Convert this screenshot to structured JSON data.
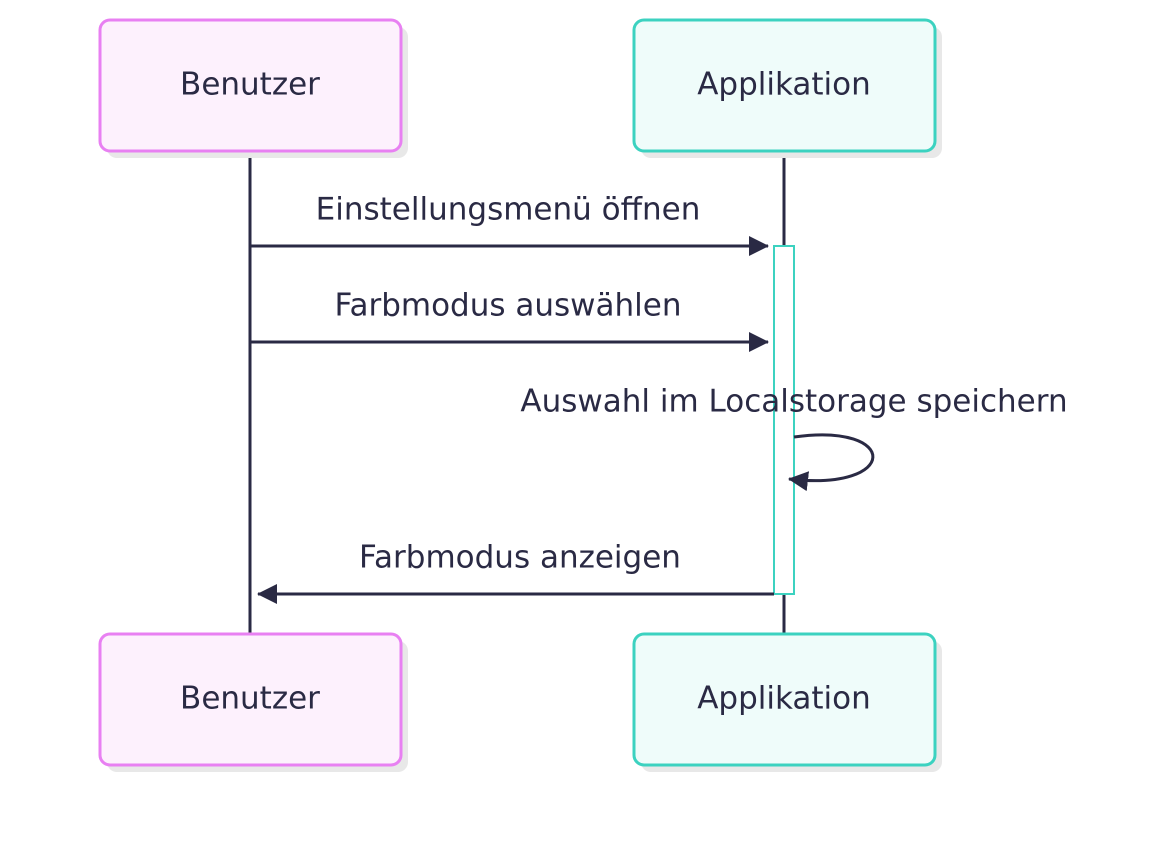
{
  "diagram": {
    "type": "sequence",
    "colors": {
      "user_border": "#e880f2",
      "user_fill": "#fdf1fd",
      "app_border": "#3cd2c0",
      "app_fill": "#effcfa",
      "activation_border": "#3cd2c0",
      "activation_fill": "#ffffff",
      "line": "#2a2a44",
      "text": "#2a2a44",
      "shadow": "#e8e8e8"
    },
    "participants": [
      {
        "id": "user",
        "label": "Benutzer"
      },
      {
        "id": "app",
        "label": "Applikation"
      }
    ],
    "messages": [
      {
        "from": "user",
        "to": "app",
        "label": "Einstellungsmenü öffnen"
      },
      {
        "from": "user",
        "to": "app",
        "label": "Farbmodus auswählen"
      },
      {
        "from": "app",
        "to": "app",
        "label": "Auswahl im Localstorage speichern"
      },
      {
        "from": "app",
        "to": "user",
        "label": "Farbmodus anzeigen"
      }
    ]
  }
}
